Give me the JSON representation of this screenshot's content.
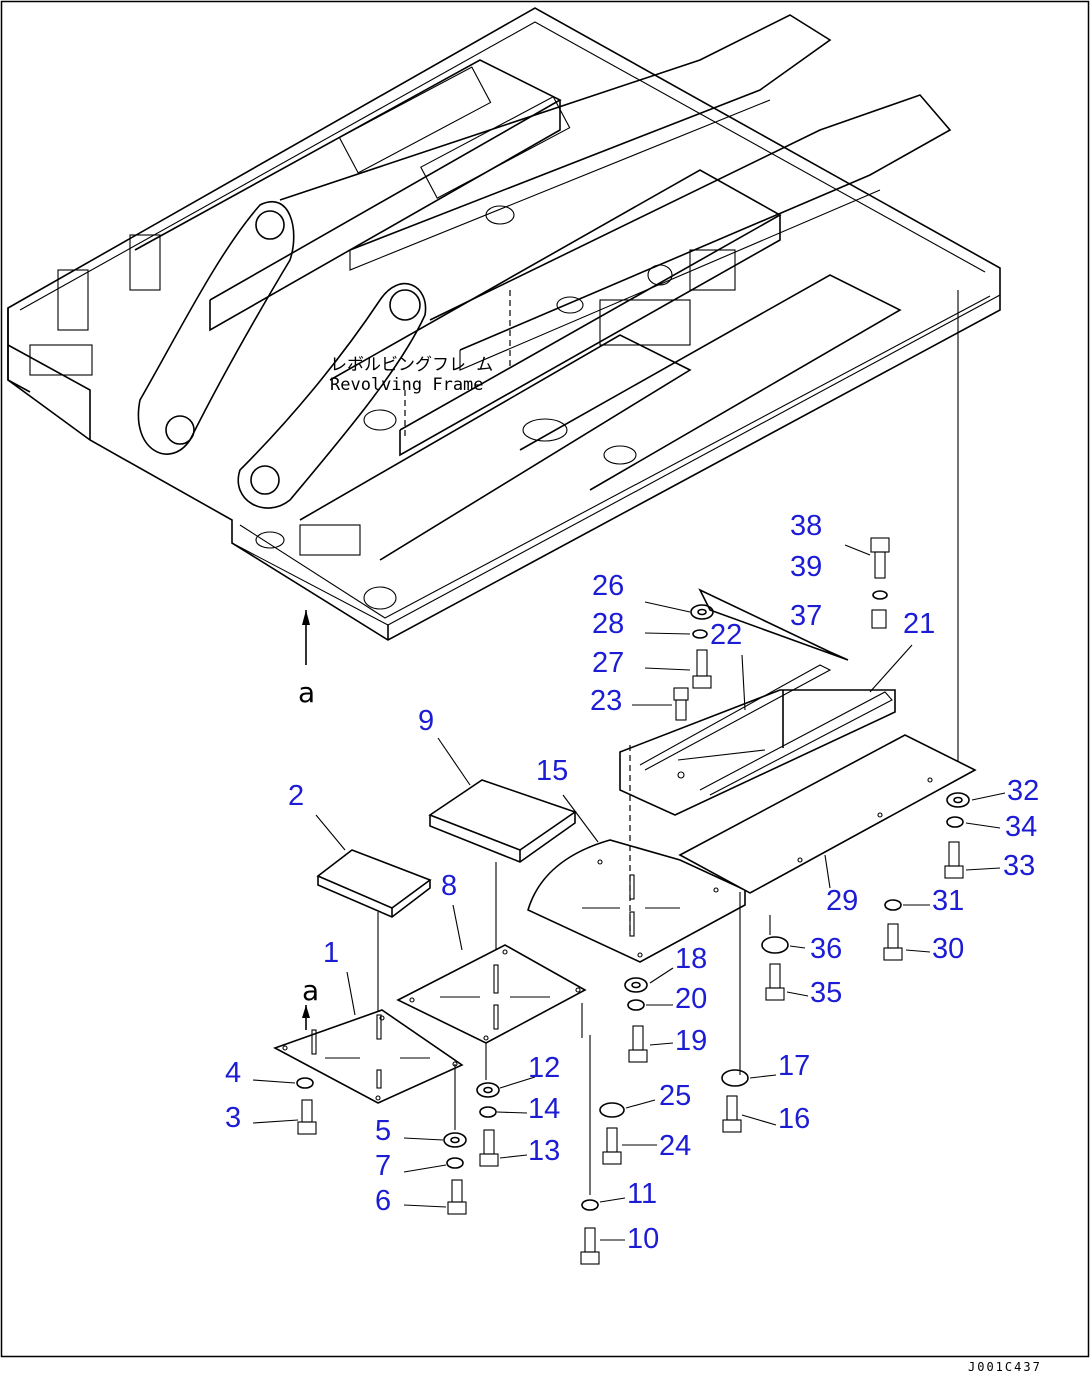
{
  "frame_label": {
    "japanese": "レボルビングフレ ム",
    "english": "Revolving Frame"
  },
  "view_reference": "a",
  "drawing_code": "J001C437",
  "callouts": [
    {
      "number": "1"
    },
    {
      "number": "2"
    },
    {
      "number": "3"
    },
    {
      "number": "4"
    },
    {
      "number": "5"
    },
    {
      "number": "6"
    },
    {
      "number": "7"
    },
    {
      "number": "8"
    },
    {
      "number": "9"
    },
    {
      "number": "10"
    },
    {
      "number": "11"
    },
    {
      "number": "12"
    },
    {
      "number": "13"
    },
    {
      "number": "14"
    },
    {
      "number": "15"
    },
    {
      "number": "16"
    },
    {
      "number": "17"
    },
    {
      "number": "18"
    },
    {
      "number": "19"
    },
    {
      "number": "20"
    },
    {
      "number": "21"
    },
    {
      "number": "22"
    },
    {
      "number": "23"
    },
    {
      "number": "24"
    },
    {
      "number": "25"
    },
    {
      "number": "26"
    },
    {
      "number": "27"
    },
    {
      "number": "28"
    },
    {
      "number": "29"
    },
    {
      "number": "30"
    },
    {
      "number": "31"
    },
    {
      "number": "32"
    },
    {
      "number": "33"
    },
    {
      "number": "34"
    },
    {
      "number": "35"
    },
    {
      "number": "36"
    },
    {
      "number": "37"
    },
    {
      "number": "38"
    },
    {
      "number": "39"
    }
  ],
  "colors": {
    "callout": "#1c1cd4",
    "line": "#000000",
    "background": "#ffffff"
  }
}
